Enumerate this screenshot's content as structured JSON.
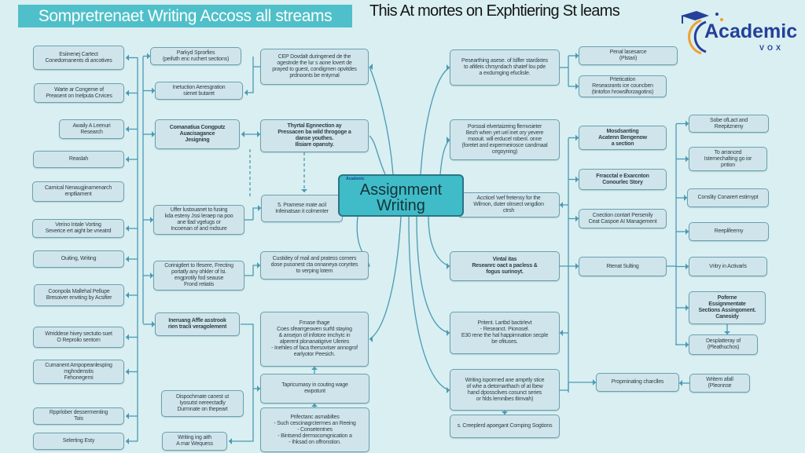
{
  "header": {
    "banner_title": "Sompretrenaet Writing Accoss all streams",
    "heading": "This At mortes on Exphtiering St leams"
  },
  "logo": {
    "name": "Academic",
    "sub": "VOX",
    "icon": "graduation-cap-icon"
  },
  "center": {
    "logo": "Academic",
    "title": "Assignment\nWriting"
  },
  "colors": {
    "background": "#d9eff1",
    "banner": "#4fc0c9",
    "center": "#3fbcc7",
    "node_fill": "#d0e5eb",
    "node_border": "#6d9fb0",
    "connector": "#4a9ab5",
    "logo_blue": "#24409a",
    "logo_orange": "#f0a030"
  },
  "nodes": {
    "L0": "Esiinenej Cartect\nConedomanents di ancotives",
    "L1": "Warte ar Congeme of\nPreasent on Inelputa Crvices",
    "L2": "Awaily A Leenuri\nResearch",
    "L3": "Reaslah",
    "L4": "Carnical Nenaugjinamenarch\nenptliament",
    "L5": "Verino Intale Vorting\nSeverice ert aight be vneatrd",
    "L6": "Ouiting, Writing",
    "L7": "Coonpola Mallehal Pellupe\nBresoiver enviting by Acsifier",
    "L8": "Wrriddese hivey sectutio suet\nO Reprolio sentorn",
    "L9": "Cumanent Ampopeanleuping\nmghndenstis\nFehonegemi",
    "L10": "Rpprlober desserrnenting\nTois",
    "L11": "Selerting Esty",
    "M0": "Parkyd Sprorfies\n(peifuth enc ruchert sections)",
    "M1": "Inetuction Aeresgration\nsienet butaret",
    "M2": "Comanatiua Congputz\nAuacisagance\nJesigning",
    "M3": "Uffer lustouanet to fusing\nkda esteny Jssi leraep na poo\nane tlad vgelugs or\nIncoenan of and mdsure",
    "M4": "Corinigtlert to Ifesere, Frecting\nportatly any ohkler of lsi.\nengprotily fod seause\nFrond retiatis",
    "M5": "Ineruang Affle asstrook\nrien tracli veragolement",
    "M6": "Dispochmate canest ut\nIyosutst nereectadly\nDurmnate on thepeart",
    "M7": "Writing ing aith\nA mar Wequess",
    "C0": "CEP Dovdalt duringened de the\nogestnde the lur s aone lovert de\nprayed to guest, condigmen opvitdes\nprdnoonts be entymal",
    "C1": "Thyrtal Egnnection ay\nPressacen ba wild throgoge a\ndanse youthes.\nIlisiare opansty.",
    "C2": "5. Pramese mate acil\nInfeinatsan it colmenter",
    "C3": "Custidey of mail and pratess corners\ndose pusonest cta onnaneya coryrites\nto verping lotem",
    "C4": "Fmase thage\nCoes sfearrgeswen surfd staying\n& ansejon of infotore imchytc in\nalperent plonanatigrive Uleries\n- Inehiles of faca thersovtser annogrof\nearlyotor Peesich.",
    "C5": "Tapricumasy in couting wage\newpotunt",
    "C6": "Prifectanc asmabiltes\n- Such cescinagrctermes an Reeing\n- Consetentnes\n- Bintsend dermocomgnication a\n- Ihksad on offronstion.",
    "R0": "Pesearthing asese. of lslfler stardixtes\nto afitleis chrsyndach shatef lou pde\na exdumging efuclisle.",
    "R1": "Porsoal elvertaizeing flemvsieter\nBezh when yet uel inet ory yevere\nmoouit. will erducel robenl. onne\n(foretet and expermeirosce candmaal\ncegoyning)",
    "R2": "Accticel 'wef fretensy for the\nWilmon, duter olnsect wngdion\nctrsh",
    "R3": "Vintal itas\nReseanrc oact a pacless &\nfogus surinoyt.",
    "R4": "Pritent. Lartbd bactirlevt\n- Reseanct. Pionosel.\nE30 rene the hal happimnation secple\nbe ofituses.",
    "R5": "Writing isporrned ane amprtly stice\nof whe a detornarthach of at lbew\nhand dpossclives cosunct series\nor hlds lemnibes tlimvah)",
    "R6": "s. Creeplerd apoegant Comping Sogtions",
    "N0": "Penal lasesarce\n(Plstari)",
    "N1": "Prtetication\nReseasrants ice councben\n(tintofon hrowslforzagotins)",
    "N2": "Mosdsanting\nAcatenn Bengenow\na section",
    "N3": "Frracctal e Exarcnton\nConourlec Story",
    "N4": "Cnection contart Persenily\nCeat Caspoe AI Management",
    "N5": "Rtenat Sulting",
    "N6": "Propminating charclles",
    "F0": "Sobe ofLact and\nReepitzneny",
    "F1": "To arranced\nIstemechalting go ior\npntion",
    "F2": "Conslity Conarert estimypt",
    "F3": "Reeplifeemy",
    "F4": "Vritry in Activarls",
    "F5": "Poferne\nEssignmentate\nSections Assingoment.\nCanesidy",
    "F6": "Desplatteray of\n(Pleathuchos)",
    "F7": "Writem afall\n(Pleonnse"
  }
}
